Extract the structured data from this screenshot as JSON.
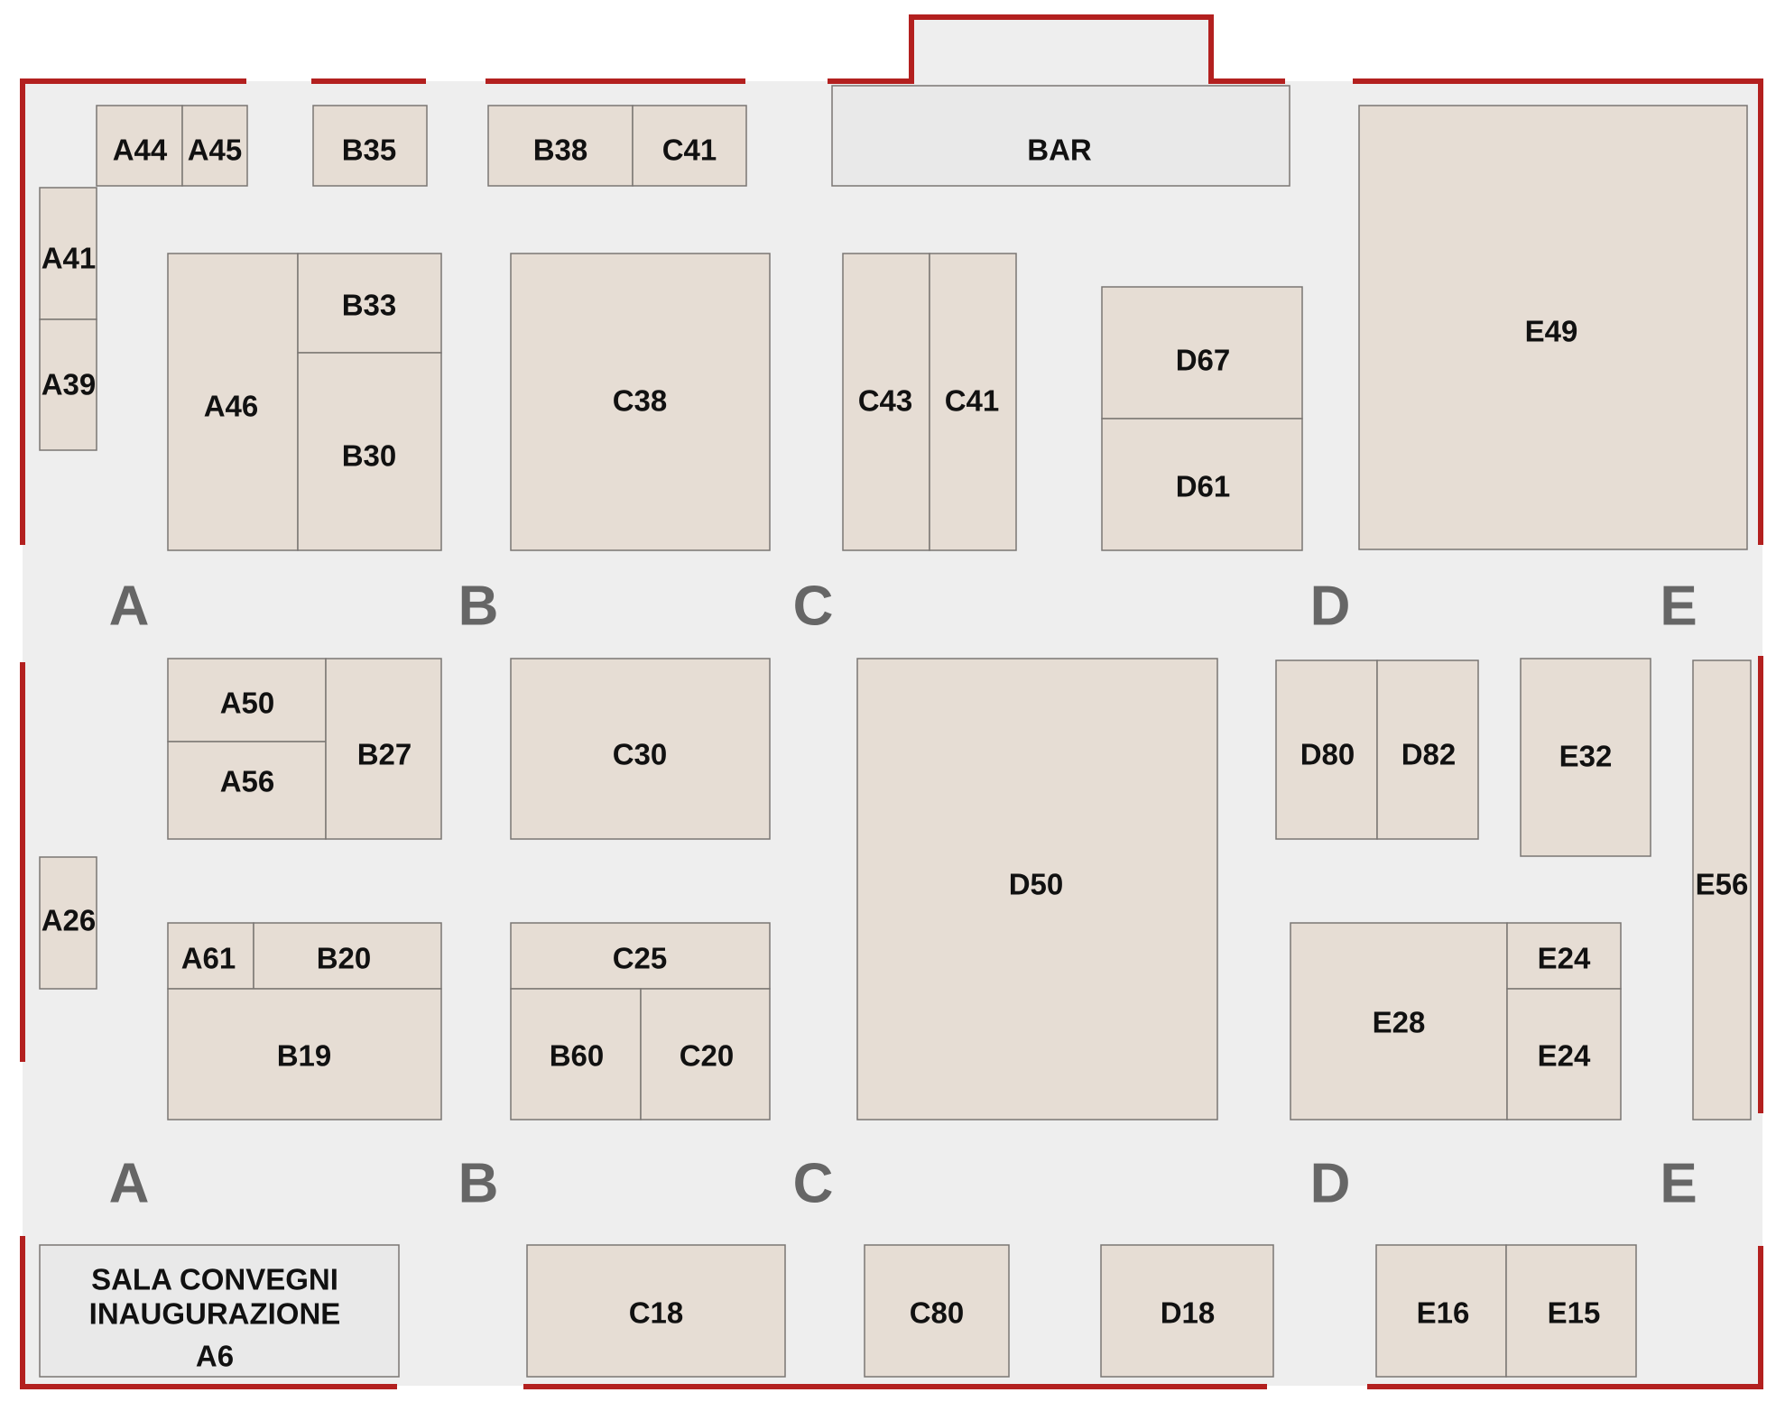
{
  "colors": {
    "floor": "#eeeeee",
    "stand_fill": "#e6ddd4",
    "special_fill": "#e9e9e9",
    "stand_border": "#7a7673",
    "wall": "#b3201f",
    "aisle_label": "#666666",
    "text": "#111111"
  },
  "stands": {
    "A44": "A44",
    "A45": "A45",
    "B35": "B35",
    "B38": "B38",
    "C41a": "C41",
    "A41": "A41",
    "A39": "A39",
    "A46": "A46",
    "B33": "B33",
    "B30": "B30",
    "C38": "C38",
    "C43": "C43",
    "C41b": "C41",
    "D67": "D67",
    "D61": "D61",
    "E49": "E49",
    "A50": "A50",
    "A56": "A56",
    "B27": "B27",
    "C30": "C30",
    "D50": "D50",
    "D80": "D80",
    "D82": "D82",
    "E32": "E32",
    "E56": "E56",
    "A26": "A26",
    "A61": "A61",
    "B20": "B20",
    "B19": "B19",
    "C25": "C25",
    "B60": "B60",
    "C20": "C20",
    "E28": "E28",
    "E24a": "E24",
    "E24b": "E24",
    "C18": "C18",
    "C80": "C80",
    "D18": "D18",
    "E16": "E16",
    "E15": "E15"
  },
  "bar": {
    "label": "BAR"
  },
  "conference_room": {
    "line1": "SALA CONVEGNI",
    "line2": "INAUGURAZIONE",
    "code": "A6"
  },
  "aisles": [
    "A",
    "B",
    "C",
    "D",
    "E"
  ]
}
